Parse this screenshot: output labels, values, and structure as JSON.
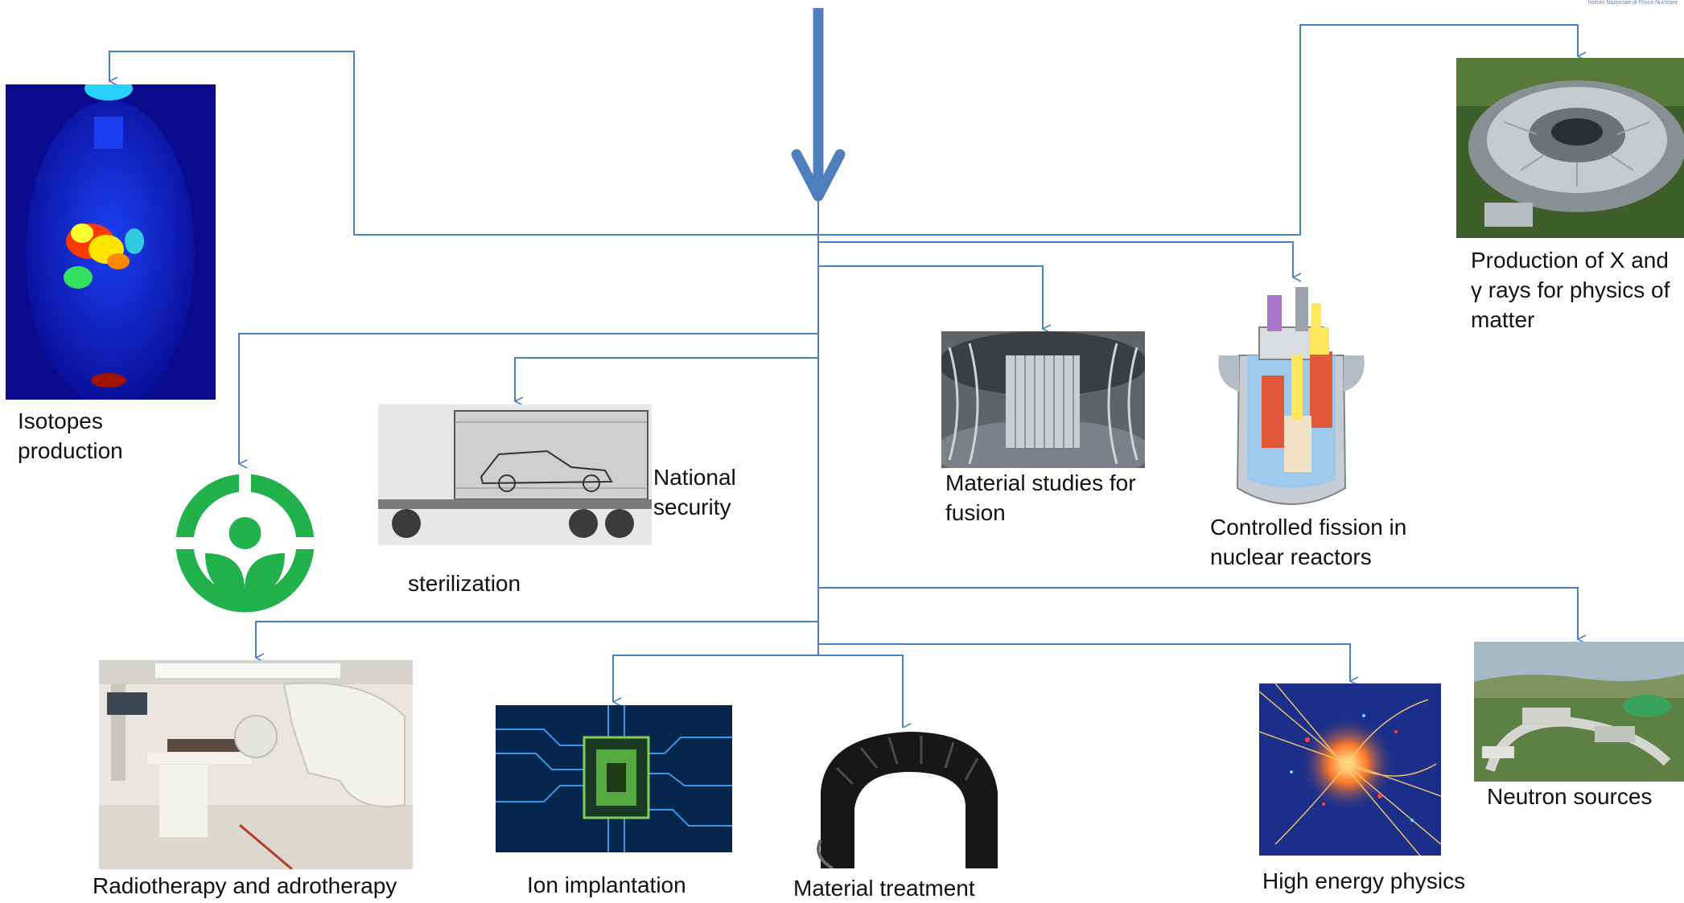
{
  "labels": {
    "isotopes": [
      "Isotopes",
      "production"
    ],
    "xrays": [
      "Production of X and",
      "γ rays for physics of",
      "matter"
    ],
    "security": [
      "National",
      "security"
    ],
    "sterilization": "sterilization",
    "fusion": [
      "Material studies for",
      "fusion"
    ],
    "fission": [
      "Controlled fission in",
      "nuclear reactors"
    ],
    "radiotherapy": "Radiotherapy and adrotherapy",
    "ion": "Ion implantation",
    "material": "Material treatment",
    "hep": "High energy physics",
    "neutron": "Neutron sources"
  },
  "logo_text": "Istituto Nazionale di Fisica Nucleare",
  "colors": {
    "connector": "#4a7fc0",
    "main_arrow": "#4f7fbd",
    "radura": "#22b24c"
  },
  "icons": {
    "isotopes": "pet-scan-image",
    "xrays": "synchrotron-aerial-photo",
    "security": "cargo-xray-scan-photo",
    "sterilization": "radura-icon",
    "fusion": "tokamak-interior-photo",
    "fission": "nuclear-reactor-cutaway-icon",
    "radiotherapy": "radiotherapy-room-photo",
    "ion": "microchip-photo",
    "material": "tyre-photo",
    "hep": "particle-collision-image",
    "neutron": "neutron-facility-aerial-photo"
  }
}
